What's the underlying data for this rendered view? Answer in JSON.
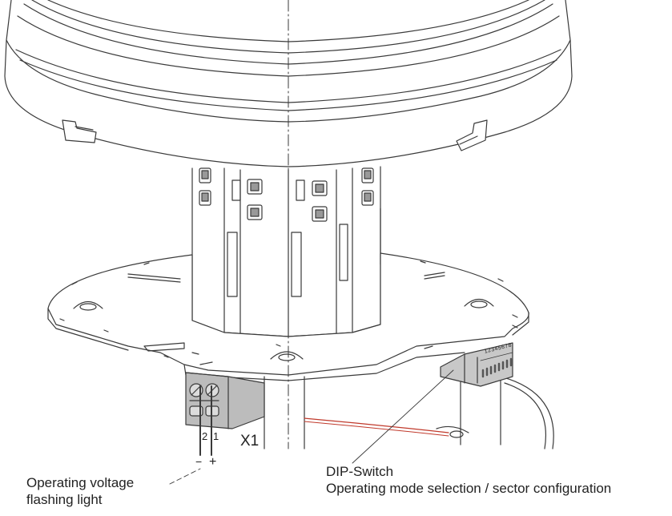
{
  "labels": {
    "terminal_id": "X1",
    "pin_2": "2",
    "pin_1": "1",
    "minus": "−",
    "plus": "+",
    "voltage_line1": "Operating voltage",
    "voltage_line2": "flashing light",
    "dip_line1": "DIP-Switch",
    "dip_line2": "Operating mode selection / sector configuration",
    "dip_digits": "12345678"
  },
  "colors": {
    "line": "#3a3a3a",
    "grey_component": "#b9b9b9",
    "cable": "#c0392b"
  }
}
